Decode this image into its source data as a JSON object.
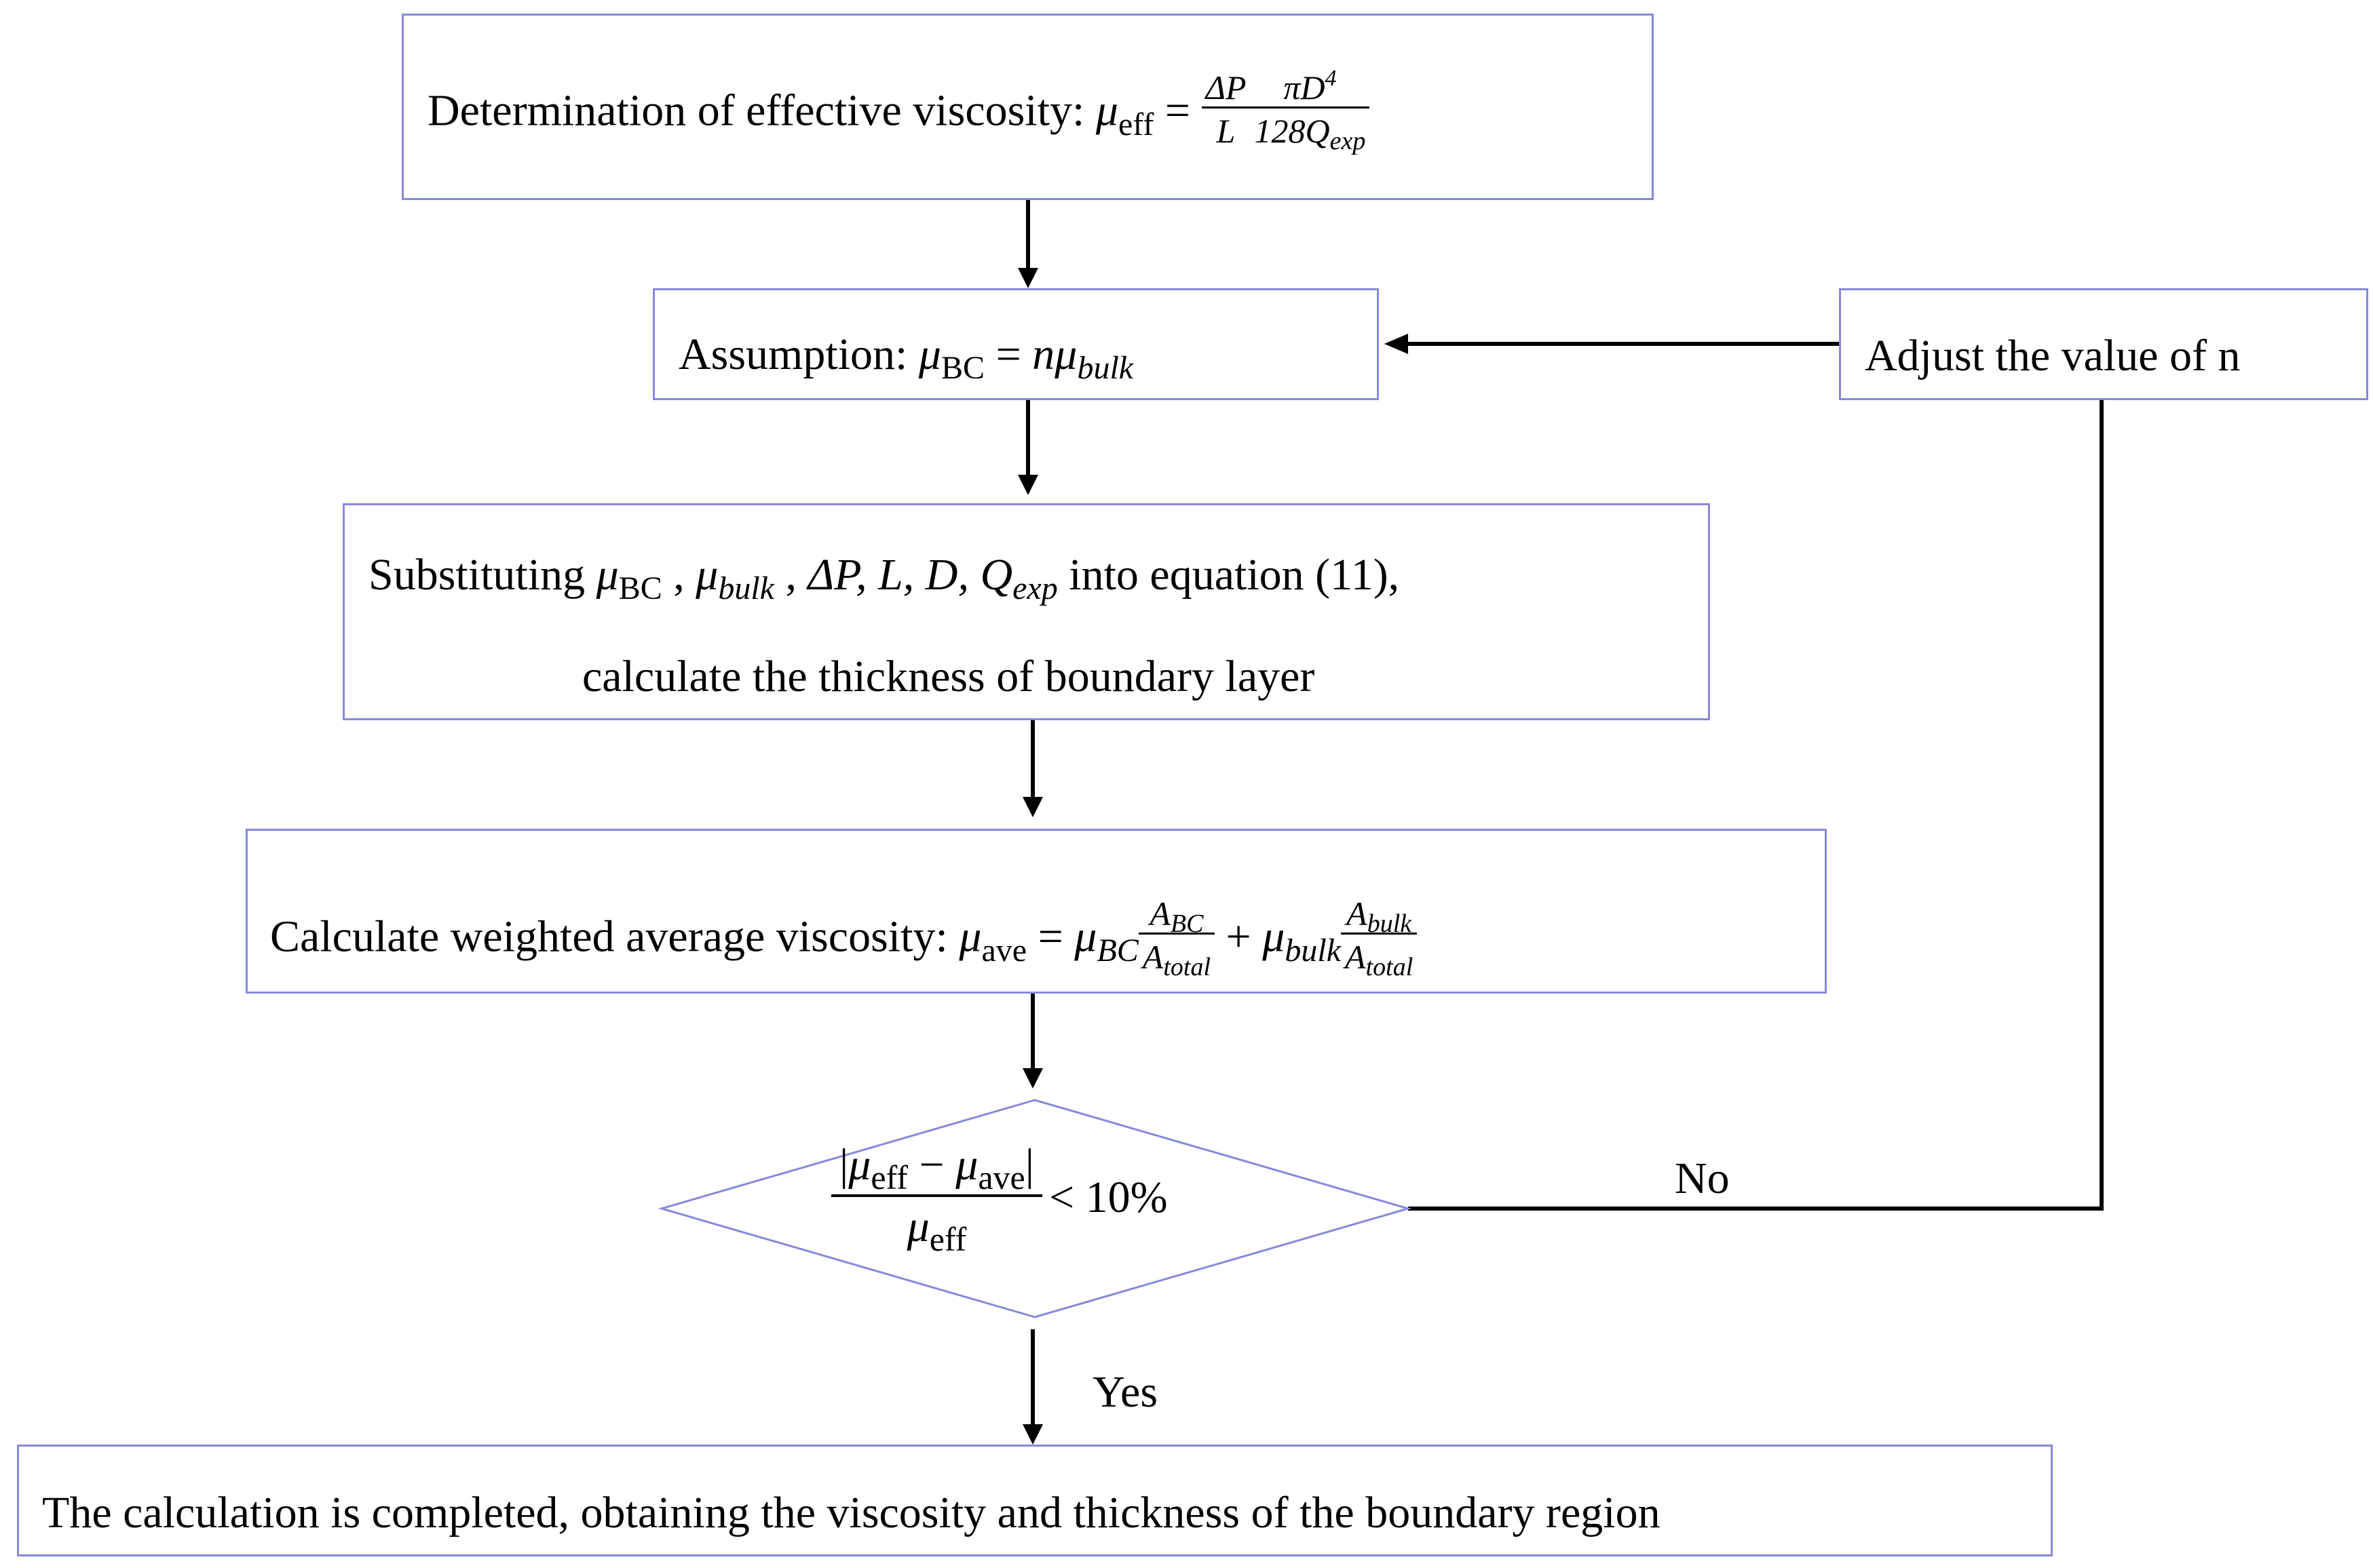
{
  "step1": {
    "text": "Determination of effective viscosity: ",
    "mu": "μ",
    "eff": "eff",
    "eq": " = ",
    "dp": "ΔP",
    "L": "L",
    "piD": "πD",
    "four": "4",
    "q128": "128Q",
    "exp": "exp"
  },
  "step2": {
    "text": "Assumption: ",
    "mu": "μ",
    "bc": "BC",
    "eq": " = ",
    "n": "n",
    "mu2": "μ",
    "bulk": "bulk"
  },
  "adjust": {
    "text": "Adjust the value of n"
  },
  "step3": {
    "line1_pre": "Substituting ",
    "mu": "μ",
    "bc": "BC",
    "comma1": " , ",
    "mu2": "μ",
    "bulk": "bulk",
    "comma2": " , ",
    "dp": "ΔP",
    "rest": ",  L, D, ",
    "q": "Q",
    "exp": "exp",
    "line1_post": " into equation (11),",
    "line2": "calculate the thickness of boundary layer"
  },
  "step4": {
    "text": "Calculate weighted average viscosity: ",
    "mu": "μ",
    "ave": "ave",
    "eq": " = ",
    "mu2": "μ",
    "bc": "BC",
    "a1": "A",
    "bc2": "BC",
    "a2": "A",
    "total": "total",
    "plus": " + ",
    "mu3": "μ",
    "bulk": "bulk",
    "a3": "A",
    "bulk2": "bulk",
    "a4": "A",
    "total2": "total"
  },
  "decision": {
    "bar1": "|",
    "mu": "μ",
    "eff": "eff",
    "minus": " − ",
    "mu2": "μ",
    "ave": "ave",
    "bar2": "|",
    "mu3": "μ",
    "eff2": "eff",
    "lt": "< 10%"
  },
  "labels": {
    "no": "No",
    "yes": "Yes"
  },
  "final": {
    "text": "The calculation is completed, obtaining the viscosity and thickness of the boundary region"
  },
  "colors": {
    "box_border": "#8888dd",
    "arrow": "#000000"
  }
}
